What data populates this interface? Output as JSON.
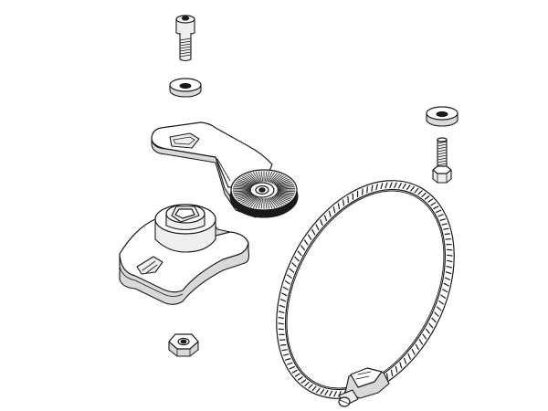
{
  "diagram": {
    "kind": "exploded-view-line-drawing",
    "parts": [
      {
        "name": "socket-head-cap-screw",
        "icon": "cap-screw-icon"
      },
      {
        "name": "flat-washer-left",
        "icon": "washer-icon"
      },
      {
        "name": "mounting-arm",
        "icon": "arm-bracket-icon"
      },
      {
        "name": "serrated-rosette",
        "icon": "rosette-icon"
      },
      {
        "name": "base-mount",
        "icon": "base-mount-icon"
      },
      {
        "name": "hex-nut",
        "icon": "hex-nut-icon"
      },
      {
        "name": "flat-washer-right",
        "icon": "washer-icon"
      },
      {
        "name": "hex-bolt",
        "icon": "hex-bolt-icon"
      },
      {
        "name": "hose-clamp",
        "icon": "hose-clamp-icon"
      }
    ],
    "colors": {
      "line": "#1a1a1a",
      "shade": "#d9d9d9",
      "light": "#eeeeee",
      "background": "#ffffff"
    }
  }
}
